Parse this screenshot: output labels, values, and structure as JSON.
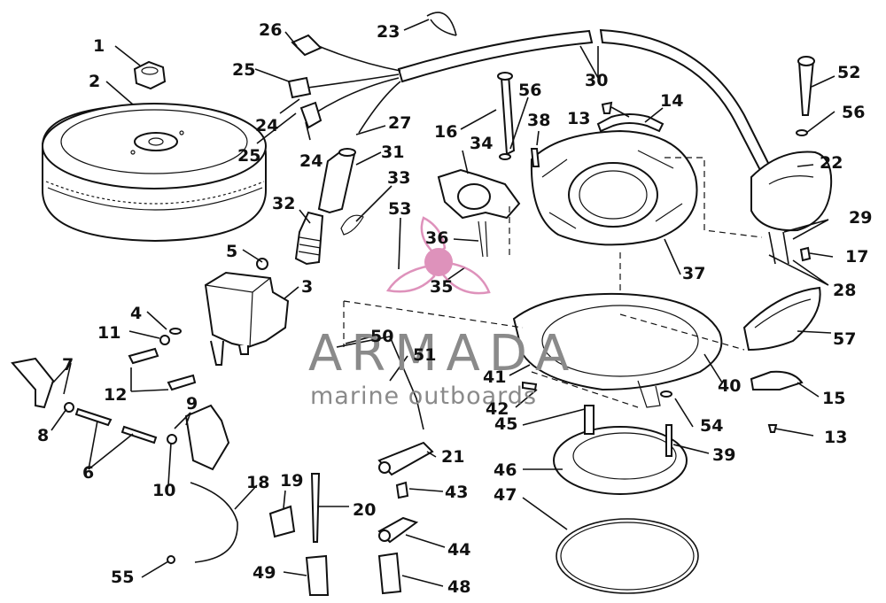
{
  "labels": [
    "1",
    "2",
    "3",
    "4",
    "5",
    "6",
    "7",
    "8",
    "9",
    "10",
    "11",
    "12",
    "13",
    "13",
    "14",
    "15",
    "16",
    "17",
    "18",
    "19",
    "20",
    "21",
    "22",
    "23",
    "24",
    "24",
    "25",
    "25",
    "26",
    "27",
    "28",
    "29",
    "30",
    "31",
    "32",
    "33",
    "34",
    "35",
    "36",
    "37",
    "38",
    "39",
    "40",
    "41",
    "42",
    "43",
    "44",
    "45",
    "46",
    "47",
    "48",
    "49",
    "50",
    "51",
    "52",
    "53",
    "54",
    "55",
    "56",
    "56",
    "57"
  ],
  "watermark": {
    "brand": "ARMADA",
    "tagline": "marine outboards",
    "colors": {
      "logo": "#d97fb0",
      "text": "#8a8a8a"
    }
  }
}
